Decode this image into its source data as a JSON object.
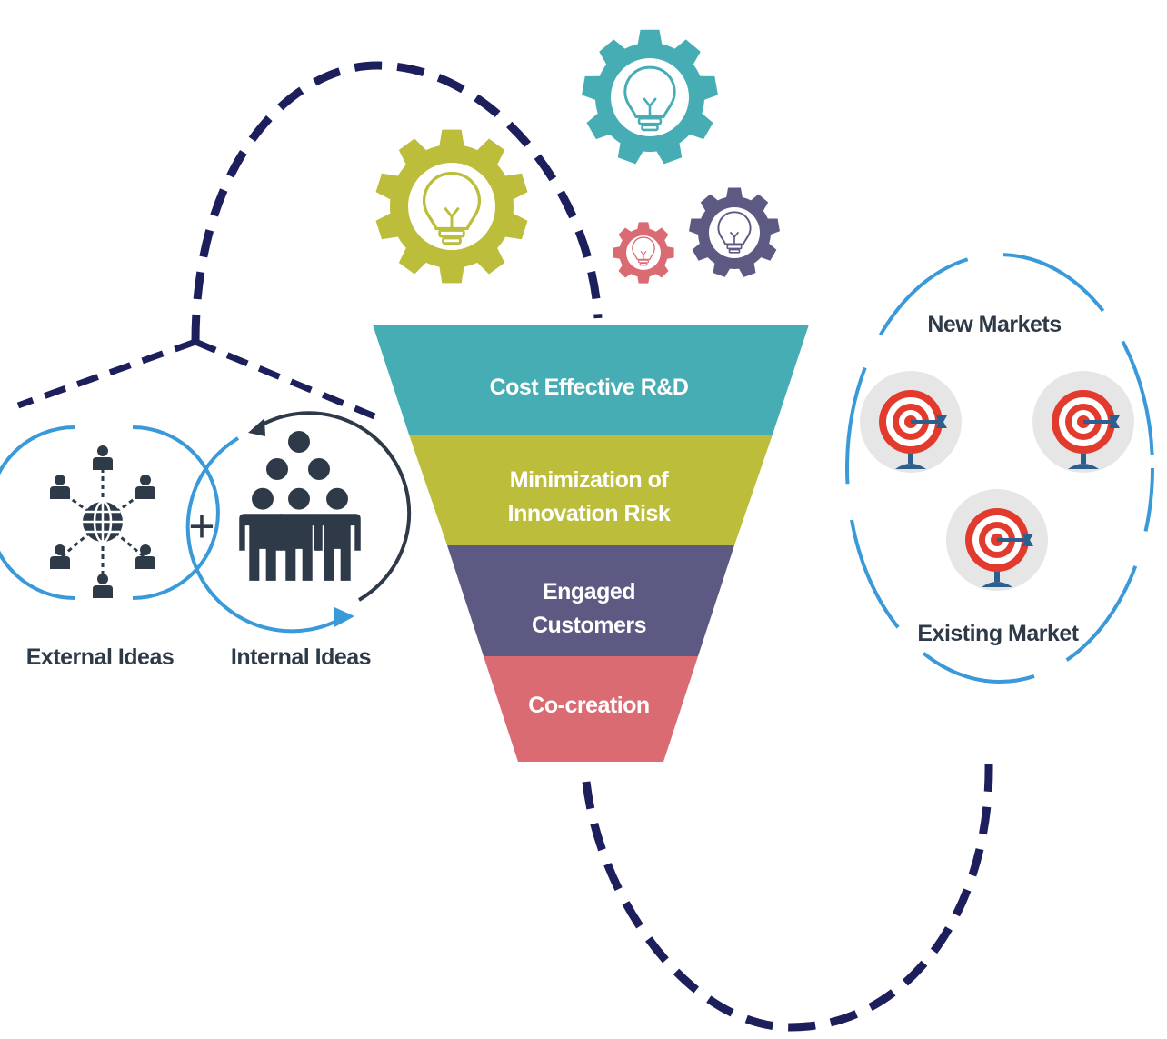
{
  "funnel": {
    "stages": [
      {
        "lines": [
          "Cost Effective R&D"
        ],
        "color": "#45adb3"
      },
      {
        "lines": [
          "Minimization of",
          "Innovation Risk"
        ],
        "color": "#bcbd3a"
      },
      {
        "lines": [
          "Engaged",
          "Customers"
        ],
        "color": "#5c5a82"
      },
      {
        "lines": [
          "Co-creation"
        ],
        "color": "#db6b73"
      }
    ]
  },
  "ideas": {
    "external_label": "External Ideas",
    "plus_sign": "+",
    "internal_label": "Internal Ideas"
  },
  "markets": {
    "new_label": "New Markets",
    "existing_label": "Existing Market"
  },
  "gears": [
    {
      "name": "olive-gear",
      "color": "#bcbd3a"
    },
    {
      "name": "teal-gear",
      "color": "#45adb3"
    },
    {
      "name": "pink-gear",
      "color": "#db6b73"
    },
    {
      "name": "purple-gear",
      "color": "#5c5a82"
    }
  ],
  "colors": {
    "dashed_path": "#1c1f5c",
    "ring_blue": "#3a9ad9",
    "people_dark": "#2e3a48",
    "target_red": "#e23b2e",
    "target_bg": "#e6e6e6"
  }
}
